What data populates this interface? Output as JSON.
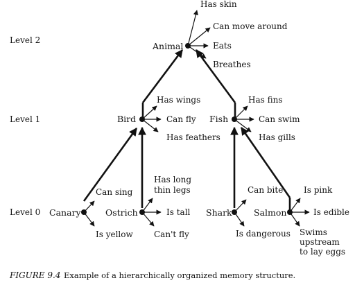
{
  "levels": [
    "Level 2",
    "Level 1",
    "Level 0"
  ],
  "nodes": {
    "animal": {
      "label": "Animal",
      "properties": [
        "Has skin",
        "Can move around",
        "Eats",
        "Breathes"
      ]
    },
    "bird": {
      "label": "Bird",
      "properties": [
        "Has wings",
        "Can fly",
        "Has feathers"
      ]
    },
    "fish": {
      "label": "Fish",
      "properties": [
        "Has fins",
        "Can swim",
        "Has gills"
      ]
    },
    "canary": {
      "label": "Canary",
      "properties": [
        "Can sing",
        "Is yellow"
      ]
    },
    "ostrich": {
      "label": "Ostrich",
      "properties": [
        "Has long",
        "thin legs",
        "Is tall",
        "Can't fly"
      ]
    },
    "shark": {
      "label": "Shark",
      "properties": [
        "Can bite",
        "Is dangerous"
      ]
    },
    "salmon": {
      "label": "Salmon",
      "properties": [
        "Is pink",
        "Is edible",
        "Swims",
        "upstream",
        "to lay eggs"
      ]
    }
  },
  "caption": {
    "label": "FIGURE 9.4",
    "text": "Example of a hierarchically organized memory structure."
  }
}
